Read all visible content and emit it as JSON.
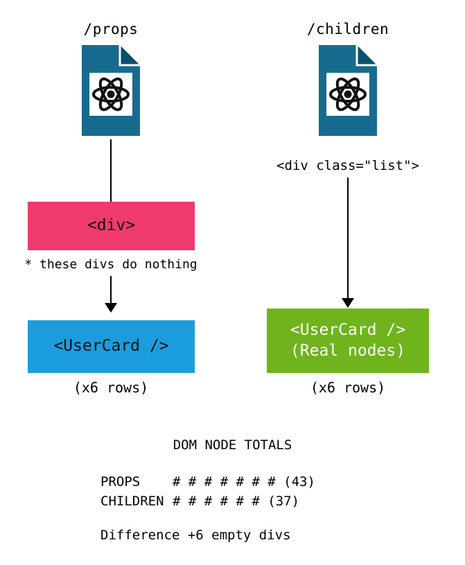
{
  "left": {
    "title": "/props",
    "wrapper_box_label": "<div>",
    "note": "* these divs do nothing",
    "usercard_box_label": "<UserCard />",
    "rows_caption": "(x6 rows)"
  },
  "right": {
    "title": "/children",
    "list_div_label": "<div class=\"list\">",
    "usercard_box_line1": "<UserCard />",
    "usercard_box_line2": "(Real nodes)",
    "rows_caption": "(x6 rows)"
  },
  "totals": {
    "title": "DOM NODE TOTALS",
    "rows": [
      {
        "label": "PROPS",
        "tally": "# # # # # # # (43)",
        "value": 43,
        "hash_count": 7
      },
      {
        "label": "CHILDREN",
        "tally": "# # # # # # (37)",
        "value": 37,
        "hash_count": 6
      }
    ],
    "difference": "Difference +6 empty divs"
  },
  "icons": {
    "react_file": "react-logo-file-icon"
  },
  "colors": {
    "file-blue": "#176b8e",
    "file-fold": "#0d4f6c",
    "pink": "#ee3a6e",
    "blue": "#1b9ddd",
    "green": "#6fb41c",
    "ink": "#000000"
  }
}
